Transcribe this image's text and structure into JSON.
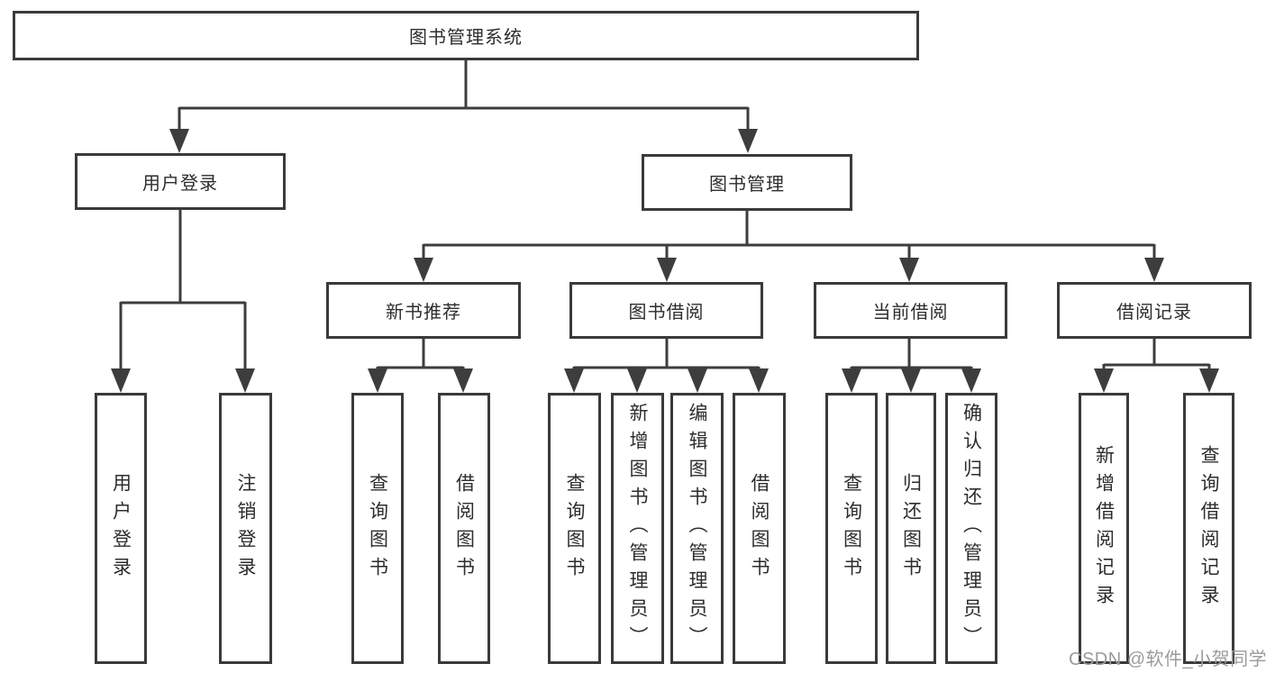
{
  "tree": {
    "root": {
      "label": "图书管理系统"
    },
    "branches": [
      {
        "label": "用户登录",
        "leaves": [
          {
            "label": "用户登录"
          },
          {
            "label": "注销登录"
          }
        ]
      },
      {
        "label": "图书管理",
        "groups": [
          {
            "label": "新书推荐",
            "leaves": [
              {
                "label": "查询图书"
              },
              {
                "label": "借阅图书"
              }
            ]
          },
          {
            "label": "图书借阅",
            "leaves": [
              {
                "label": "查询图书"
              },
              {
                "label": "新增图书（管理员）"
              },
              {
                "label": "编辑图书（管理员）"
              },
              {
                "label": "借阅图书"
              }
            ]
          },
          {
            "label": "当前借阅",
            "leaves": [
              {
                "label": "查询图书"
              },
              {
                "label": "归还图书"
              },
              {
                "label": "确认归还（管理员）"
              }
            ]
          },
          {
            "label": "借阅记录",
            "leaves": [
              {
                "label": "新增借阅记录"
              },
              {
                "label": "查询借阅记录"
              }
            ]
          }
        ]
      }
    ]
  },
  "watermark": "CSDN @软件_小贺同学",
  "colors": {
    "line": "#3d3d3d",
    "box_border": "#3a3a3a",
    "text": "#2d2d2d",
    "watermark": "#9b9b9b",
    "background": "#ffffff"
  }
}
